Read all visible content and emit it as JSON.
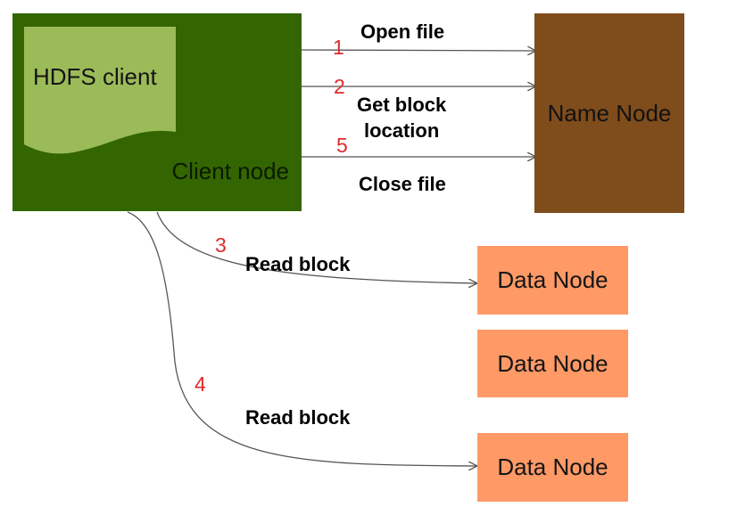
{
  "client": {
    "title": "HDFS client",
    "node_label": "Client node"
  },
  "name_node": {
    "label": "Name Node"
  },
  "data_nodes": [
    "Data Node",
    "Data Node",
    "Data Node"
  ],
  "edges": [
    {
      "step": "1",
      "label": "Open file"
    },
    {
      "step": "2",
      "label": "Get block\nlocation"
    },
    {
      "step": "5",
      "label": "Close file"
    },
    {
      "step": "3",
      "label": "Read block"
    },
    {
      "step": "4",
      "label": "Read block"
    }
  ],
  "colors": {
    "client_node": "#336600",
    "client_doc": "#9bbb59",
    "name_node": "#7f4c1b",
    "data_node": "#ff9966",
    "step_numbers": "#dd2b2b"
  }
}
